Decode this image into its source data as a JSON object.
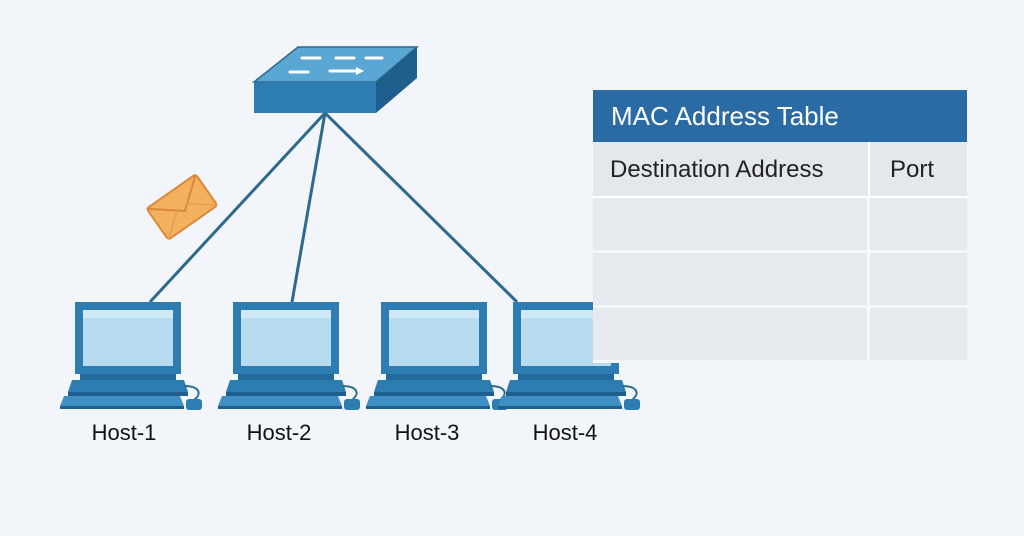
{
  "hosts": [
    {
      "label": "Host-1"
    },
    {
      "label": "Host-2"
    },
    {
      "label": "Host-3"
    },
    {
      "label": "Host-4"
    }
  ],
  "mac_table": {
    "title": "MAC Address Table",
    "columns": [
      "Destination Address",
      "Port"
    ],
    "rows": [
      {
        "destination": "",
        "port": ""
      },
      {
        "destination": "",
        "port": ""
      },
      {
        "destination": "",
        "port": ""
      }
    ]
  },
  "colors": {
    "background": "#f2f5f9",
    "device_blue": "#2e7db2",
    "device_top": "#5aa7d3",
    "screen": "#b7dcf0",
    "link_line": "#2b6a8e",
    "table_header": "#2a6aa5",
    "table_cell": "#e6e9ed",
    "envelope": "#f3b15e"
  },
  "icons": [
    "switch-icon",
    "envelope-icon",
    "computer-icon"
  ]
}
